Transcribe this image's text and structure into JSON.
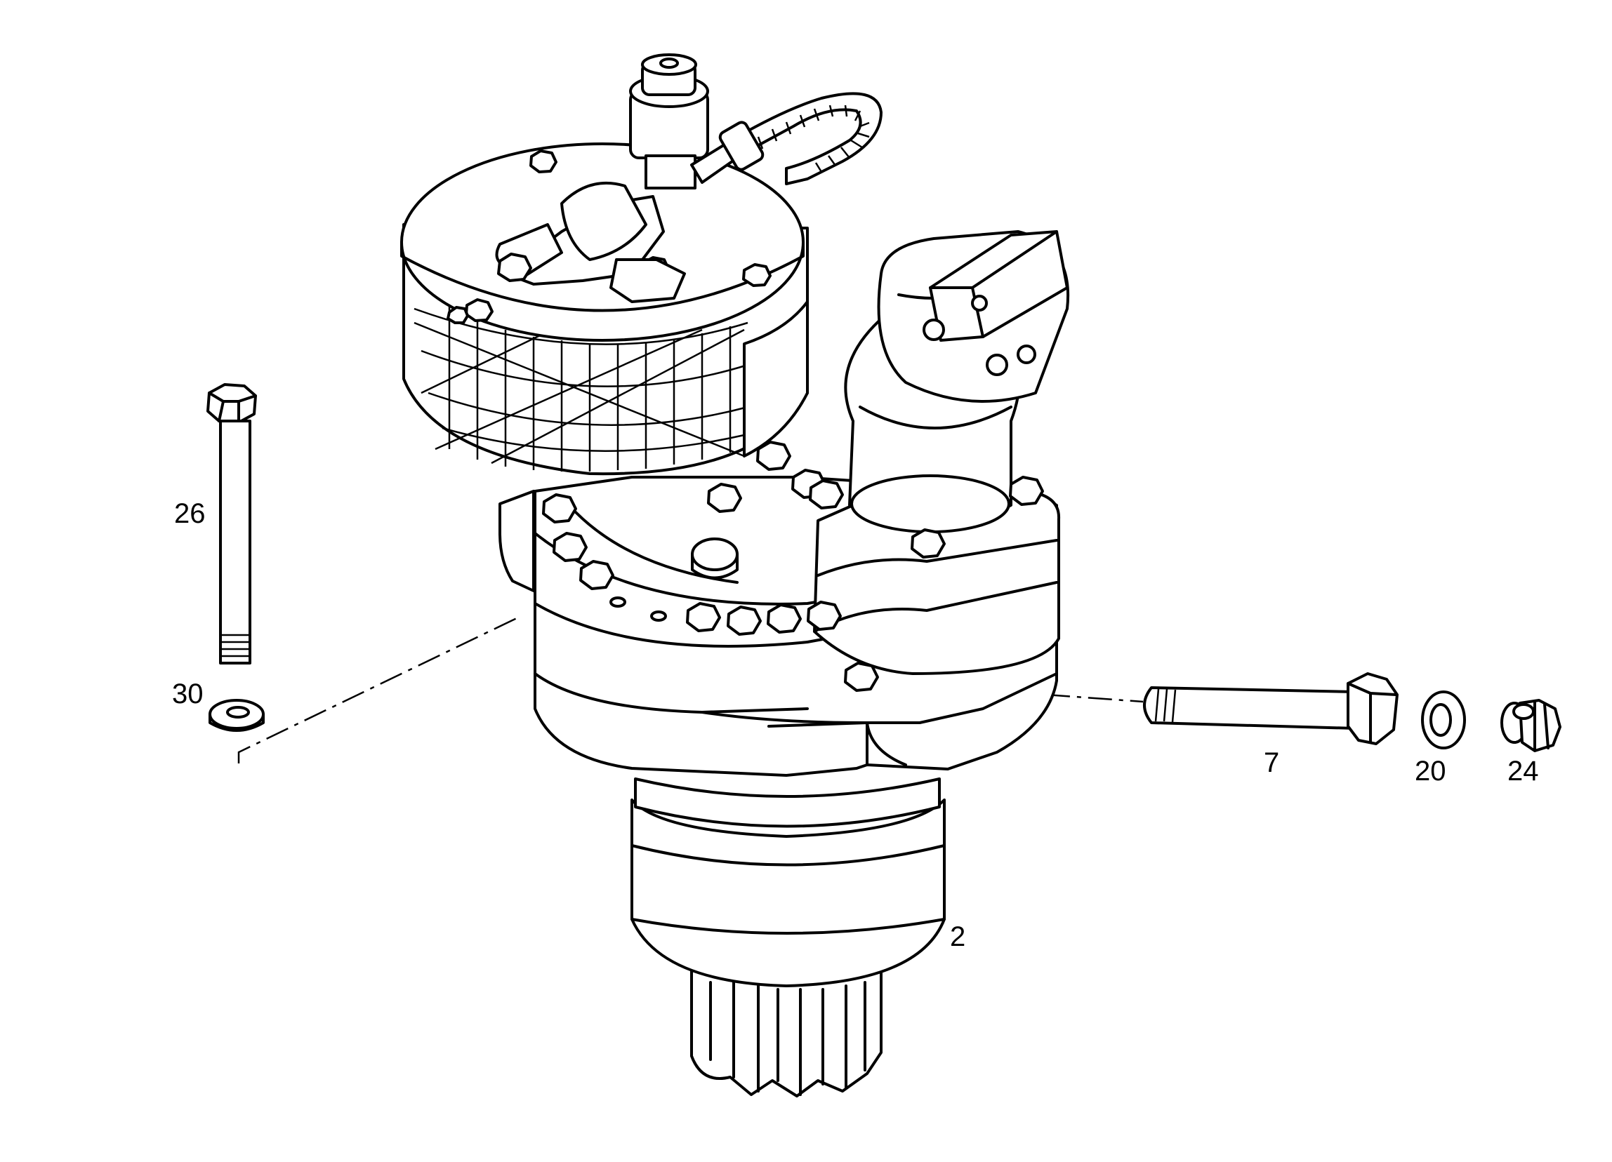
{
  "callouts": {
    "bolt_long": "26",
    "washer_small": "30",
    "bolt_side": "7",
    "washer_side": "20",
    "plug": "24",
    "motor_assembly": "2"
  },
  "colors": {
    "ink": "#000000",
    "paper": "#ffffff"
  }
}
